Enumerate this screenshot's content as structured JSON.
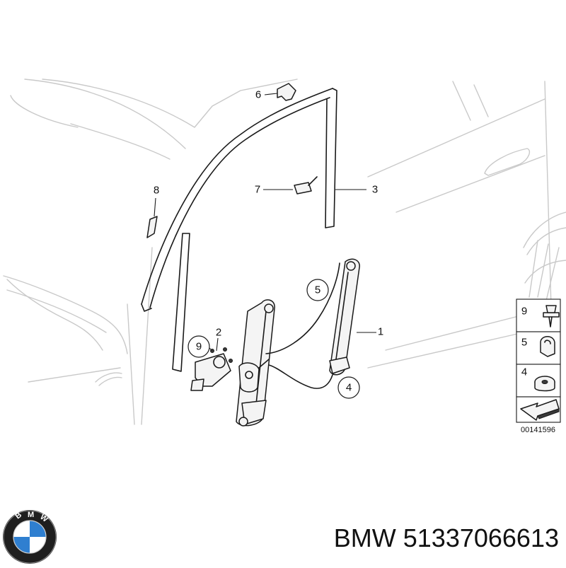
{
  "diagram": {
    "callouts": [
      {
        "id": "1",
        "circled": false
      },
      {
        "id": "2",
        "circled": false
      },
      {
        "id": "3",
        "circled": false
      },
      {
        "id": "4",
        "circled": true
      },
      {
        "id": "5",
        "circled": true
      },
      {
        "id": "6",
        "circled": false
      },
      {
        "id": "7",
        "circled": false
      },
      {
        "id": "8",
        "circled": false
      },
      {
        "id": "9",
        "circled": true
      }
    ],
    "legend": [
      {
        "num": "9",
        "part": "push-rivet-icon"
      },
      {
        "num": "5",
        "part": "clip-icon"
      },
      {
        "num": "4",
        "part": "nut-icon"
      }
    ],
    "direction_arrow_icon": "arrow-icon",
    "reference_code": "00141596"
  },
  "brand": {
    "logo_icon": "bmw-roundel-logo",
    "logo_letters": "BMW",
    "caption": "BMW 51337066613"
  },
  "colors": {
    "ink": "#1a1a1a",
    "ghost": "#c9c9c9",
    "logo_blue": "#2f7fd0",
    "logo_ring": "#1f1f1f"
  }
}
